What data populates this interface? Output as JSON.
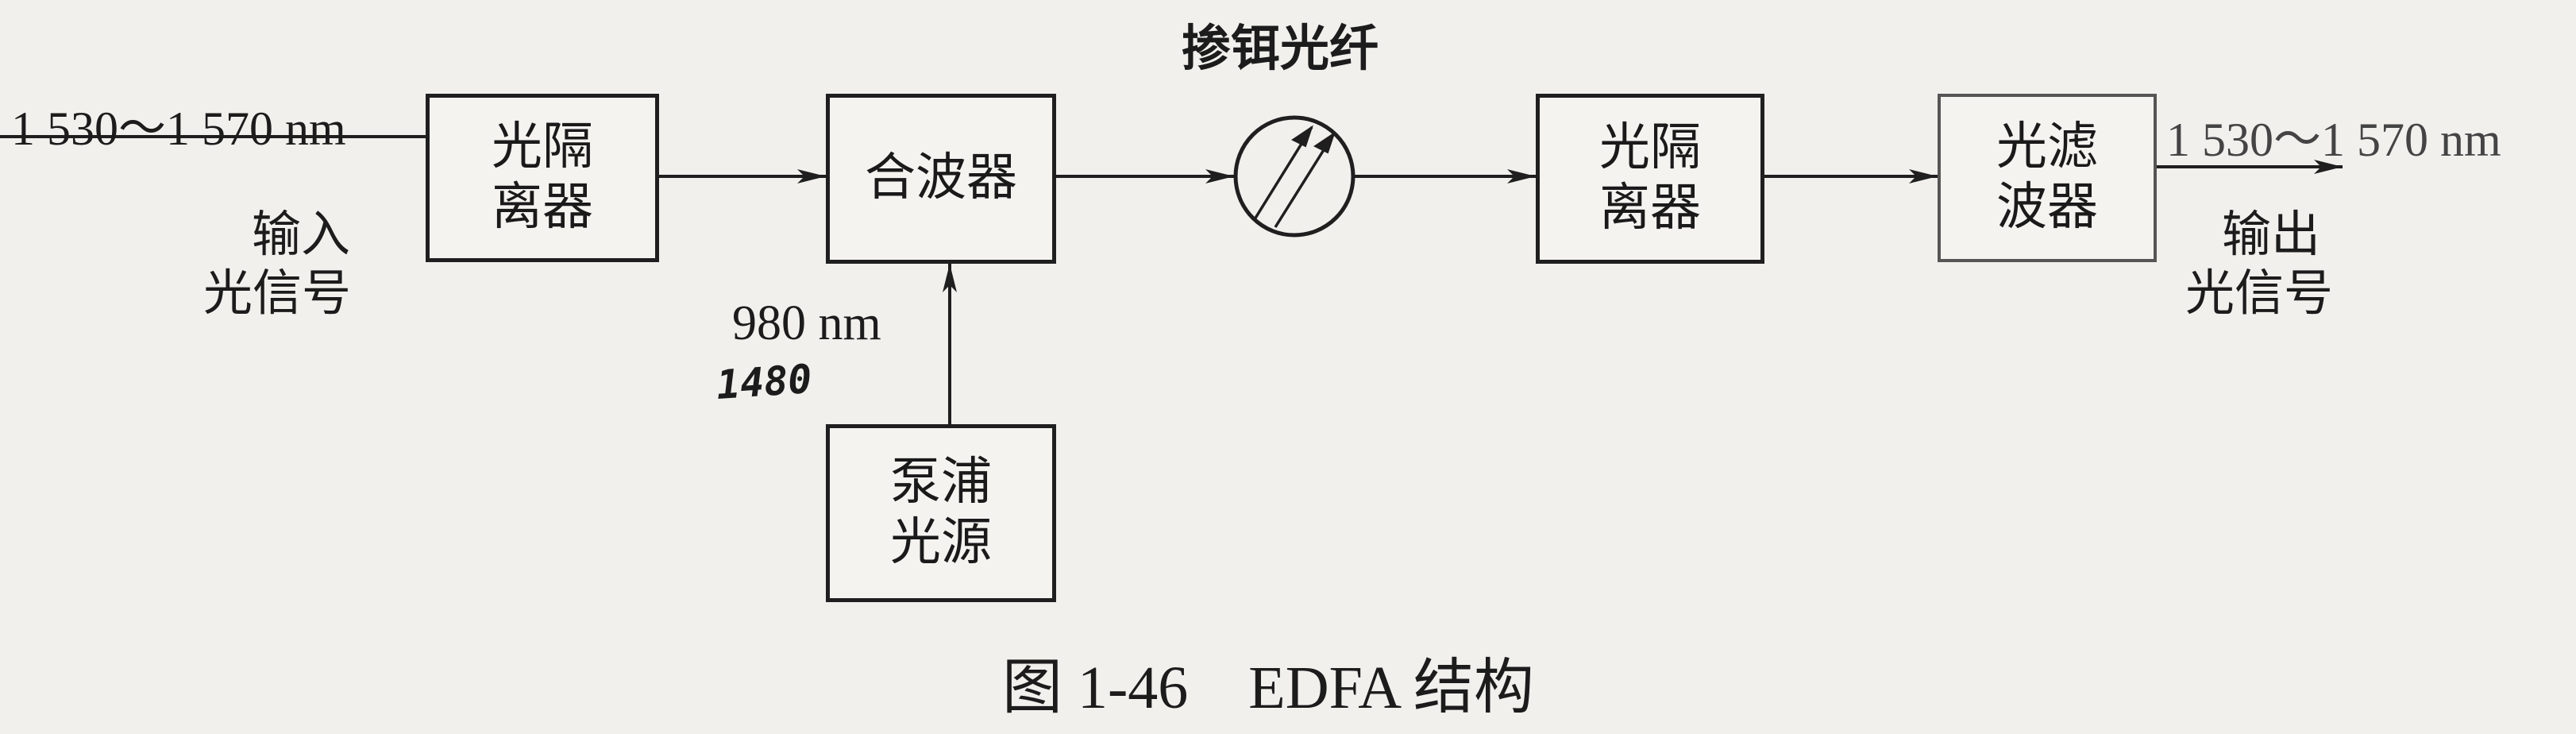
{
  "input": {
    "wavelength": "1 530～1 570 nm",
    "label_line1": "输入",
    "label_line2": "光信号"
  },
  "output": {
    "wavelength": "1 530～1 570 nm",
    "label_line1": "输出",
    "label_line2": "光信号"
  },
  "isolator_1": {
    "line1": "光隔",
    "line2": "离器"
  },
  "combiner": {
    "label": "合波器"
  },
  "fiber": {
    "label": "掺铒光纤"
  },
  "isolator_2": {
    "line1": "光隔",
    "line2": "离器"
  },
  "filter": {
    "line1": "光滤",
    "line2": "波器"
  },
  "pump": {
    "line1": "泵浦",
    "line2": "光源",
    "wavelength": "980 nm",
    "handwritten_note": "1480"
  },
  "caption": "图 1-46　EDFA 结构"
}
